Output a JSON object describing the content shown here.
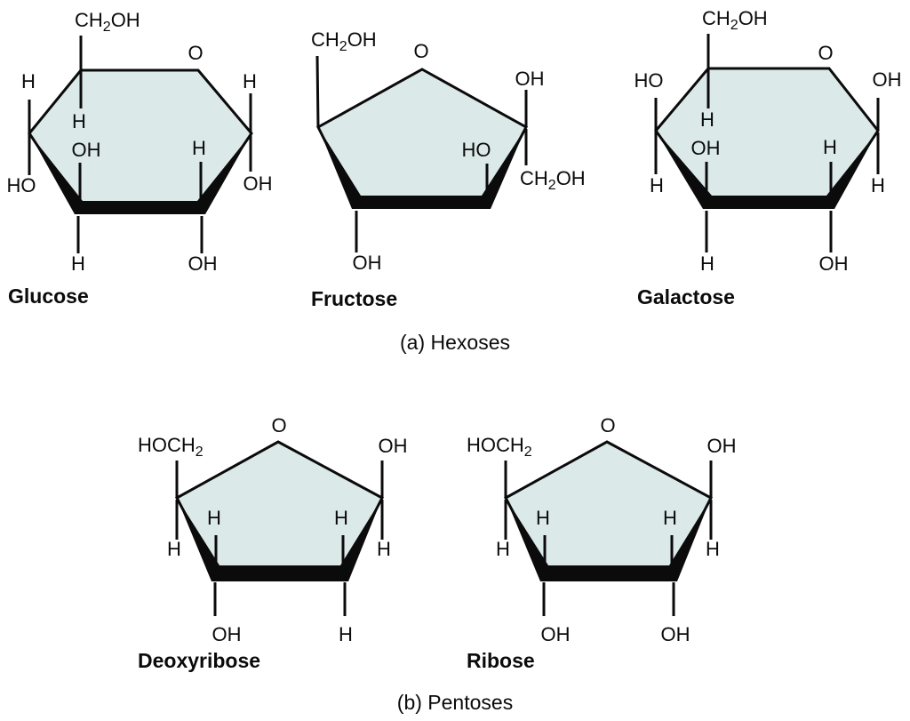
{
  "figure": {
    "caption_hexoses": "(a) Hexoses",
    "caption_pentoses": "(b) Pentoses"
  },
  "colors": {
    "ring_fill": "#dce9e9",
    "line": "#0b0b0b"
  },
  "molecules": {
    "glucose": {
      "name": "Glucose",
      "labels": {
        "chain": {
          "pre": "CH",
          "sub": "2",
          "post": "OH"
        },
        "ring_o": "O",
        "c5_in": "H",
        "c4_up": "H",
        "c4_down": "HO",
        "c3_in": "OH",
        "c3_down": "H",
        "c2_in": "H",
        "c2_down": "OH",
        "c1_up": "H",
        "c1_down": "OH"
      }
    },
    "fructose": {
      "name": "Fructose",
      "labels": {
        "chain_left": {
          "pre": "CH",
          "sub": "2",
          "post": "OH"
        },
        "ring_o": "O",
        "c2_up": "OH",
        "chain_right": {
          "pre": "CH",
          "sub": "2",
          "post": "OH"
        },
        "c3_in": "HO",
        "c4_down": "OH"
      }
    },
    "galactose": {
      "name": "Galactose",
      "labels": {
        "chain": {
          "pre": "CH",
          "sub": "2",
          "post": "OH"
        },
        "ring_o": "O",
        "c5_in": "H",
        "c4_up": "HO",
        "c4_down": "H",
        "c3_in": "OH",
        "c3_down": "H",
        "c2_in": "H",
        "c2_down": "OH",
        "c1_up": "OH",
        "c1_down": "H"
      }
    },
    "deoxyribose": {
      "name": "Deoxyribose",
      "labels": {
        "chain": {
          "pre": "HOCH",
          "sub": "2"
        },
        "ring_o": "O",
        "c4_down": "H",
        "c3_in": "H",
        "c3_down": "OH",
        "c2_in": "H",
        "c2_down": "H",
        "c1_up": "OH",
        "c1_down": "H"
      }
    },
    "ribose": {
      "name": "Ribose",
      "labels": {
        "chain": {
          "pre": "HOCH",
          "sub": "2"
        },
        "ring_o": "O",
        "c4_down": "H",
        "c3_in": "H",
        "c3_down": "OH",
        "c2_in": "H",
        "c2_down": "OH",
        "c1_up": "OH",
        "c1_down": "H"
      }
    }
  }
}
